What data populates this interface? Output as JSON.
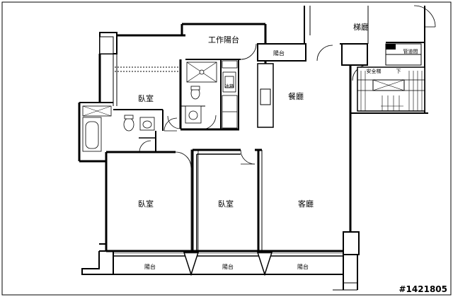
{
  "rooms": {
    "work_balcony": "工作陽台",
    "bedroom_top": "臥室",
    "dining": "餐廳",
    "bedroom_left": "臥室",
    "bedroom_mid": "臥室",
    "living": "客廳",
    "stair_hall": "梯廳",
    "pipe_shaft": "管道間",
    "safety_stair": "安全梯",
    "fridge_label": "冰箱"
  },
  "balconies": {
    "upper": "陽台",
    "bottom_left": "陽台",
    "bottom_mid": "陽台",
    "bottom_right": "陽台"
  },
  "stair_down_label": "下",
  "watermark": "#1421805"
}
